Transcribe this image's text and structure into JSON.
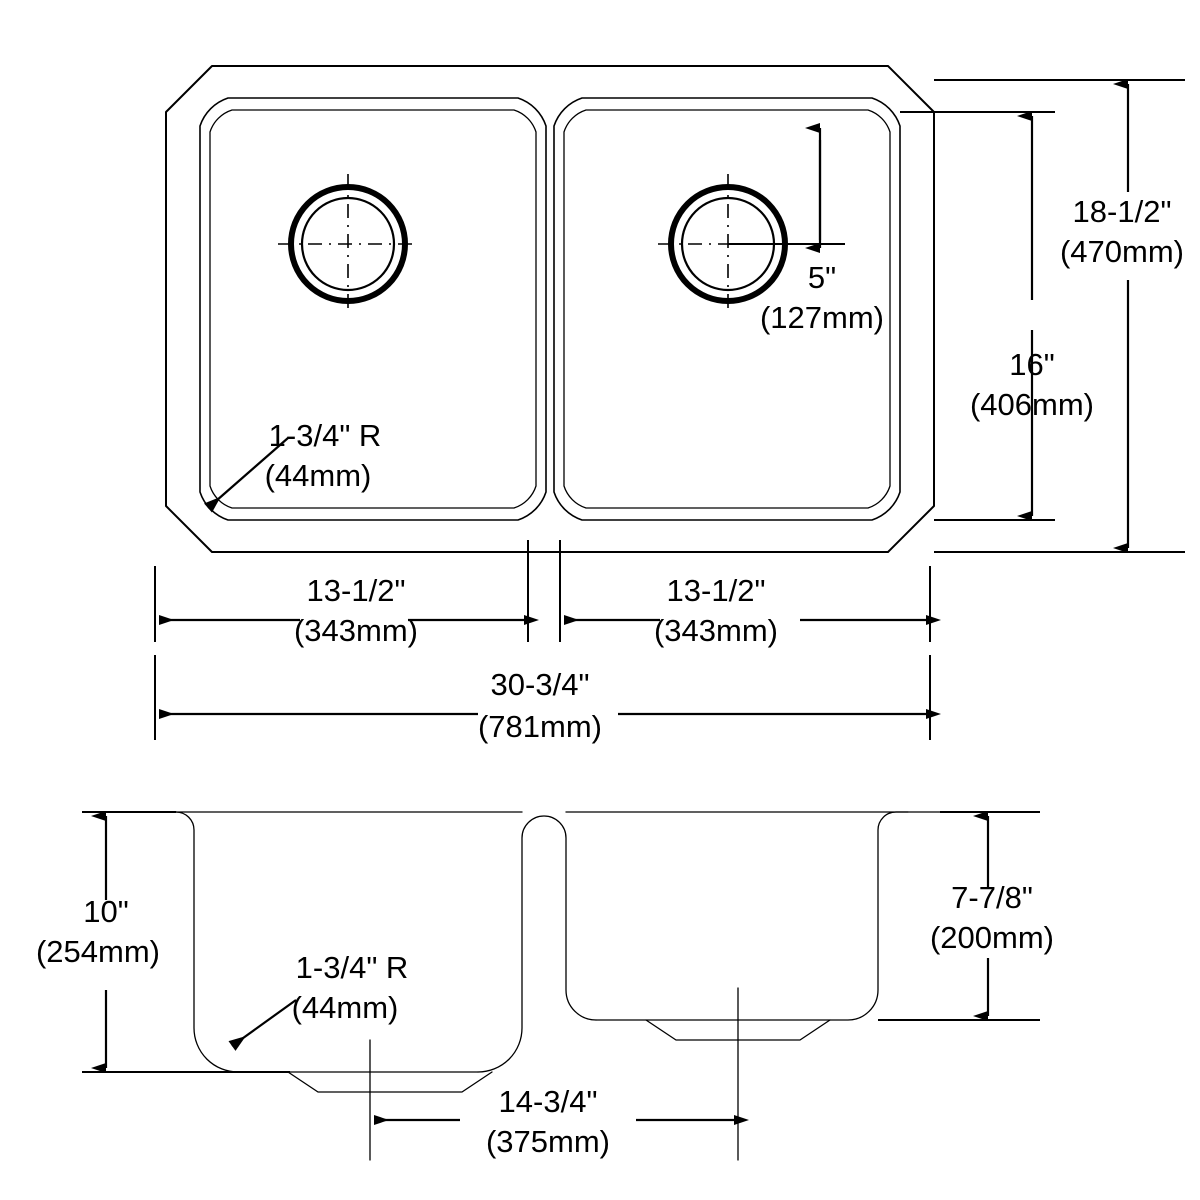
{
  "drawing": {
    "type": "engineering-dimension-drawing",
    "subject": "double-bowl undermount kitchen sink",
    "views": [
      "top-plan-view",
      "front-section-view"
    ],
    "units": "inches with millimeters in parentheses",
    "line_color": "#000000",
    "background_color": "#ffffff"
  },
  "plan_view": {
    "name": "top-plan-view",
    "bowls": [
      {
        "id": "left-bowl",
        "width_label": "13-1/2\"",
        "width_label_metric": "(343mm)"
      },
      {
        "id": "right-bowl",
        "width_label": "13-1/2\"",
        "width_label_metric": "(343mm)"
      }
    ],
    "dimensions": {
      "overall_width": {
        "imperial": "30-3/4\"",
        "metric": "(781mm)"
      },
      "left_bowl_width": {
        "imperial": "13-1/2\"",
        "metric": "(343mm)"
      },
      "right_bowl_width": {
        "imperial": "13-1/2\"",
        "metric": "(343mm)"
      },
      "overall_depth": {
        "imperial": "18-1/2\"",
        "metric": "(470mm)"
      },
      "bowl_depth": {
        "imperial": "16\"",
        "metric": "(406mm)"
      },
      "drain_from_rear": {
        "imperial": "5\"",
        "metric": "(127mm)"
      },
      "corner_radius": {
        "imperial": "1-3/4\" R",
        "metric": "(44mm)"
      }
    }
  },
  "section_view": {
    "name": "front-section-view",
    "dimensions": {
      "left_bowl_height": {
        "imperial": "10\"",
        "metric": "(254mm)"
      },
      "right_bowl_height": {
        "imperial": "7-7/8\"",
        "metric": "(200mm)"
      },
      "drain_to_drain": {
        "imperial": "14-3/4\"",
        "metric": "(375mm)"
      },
      "corner_radius": {
        "imperial": "1-3/4\" R",
        "metric": "(44mm)"
      }
    }
  },
  "labels": {
    "plan_overall_width_in": "30-3/4\"",
    "plan_overall_width_mm": "(781mm)",
    "plan_left_bowl_in": "13-1/2\"",
    "plan_left_bowl_mm": "(343mm)",
    "plan_right_bowl_in": "13-1/2\"",
    "plan_right_bowl_mm": "(343mm)",
    "plan_overall_depth_in": "18-1/2\"",
    "plan_overall_depth_mm": "(470mm)",
    "plan_bowl_depth_in": "16\"",
    "plan_bowl_depth_mm": "(406mm)",
    "plan_drain_in": "5\"",
    "plan_drain_mm": "(127mm)",
    "plan_radius_in": "1-3/4\" R",
    "plan_radius_mm": "(44mm)",
    "sect_left_height_in": "10\"",
    "sect_left_height_mm": "(254mm)",
    "sect_right_height_in": "7-7/8\"",
    "sect_right_height_mm": "(200mm)",
    "sect_drain_span_in": "14-3/4\"",
    "sect_drain_span_mm": "(375mm)",
    "sect_radius_in": "1-3/4\" R",
    "sect_radius_mm": "(44mm)"
  }
}
